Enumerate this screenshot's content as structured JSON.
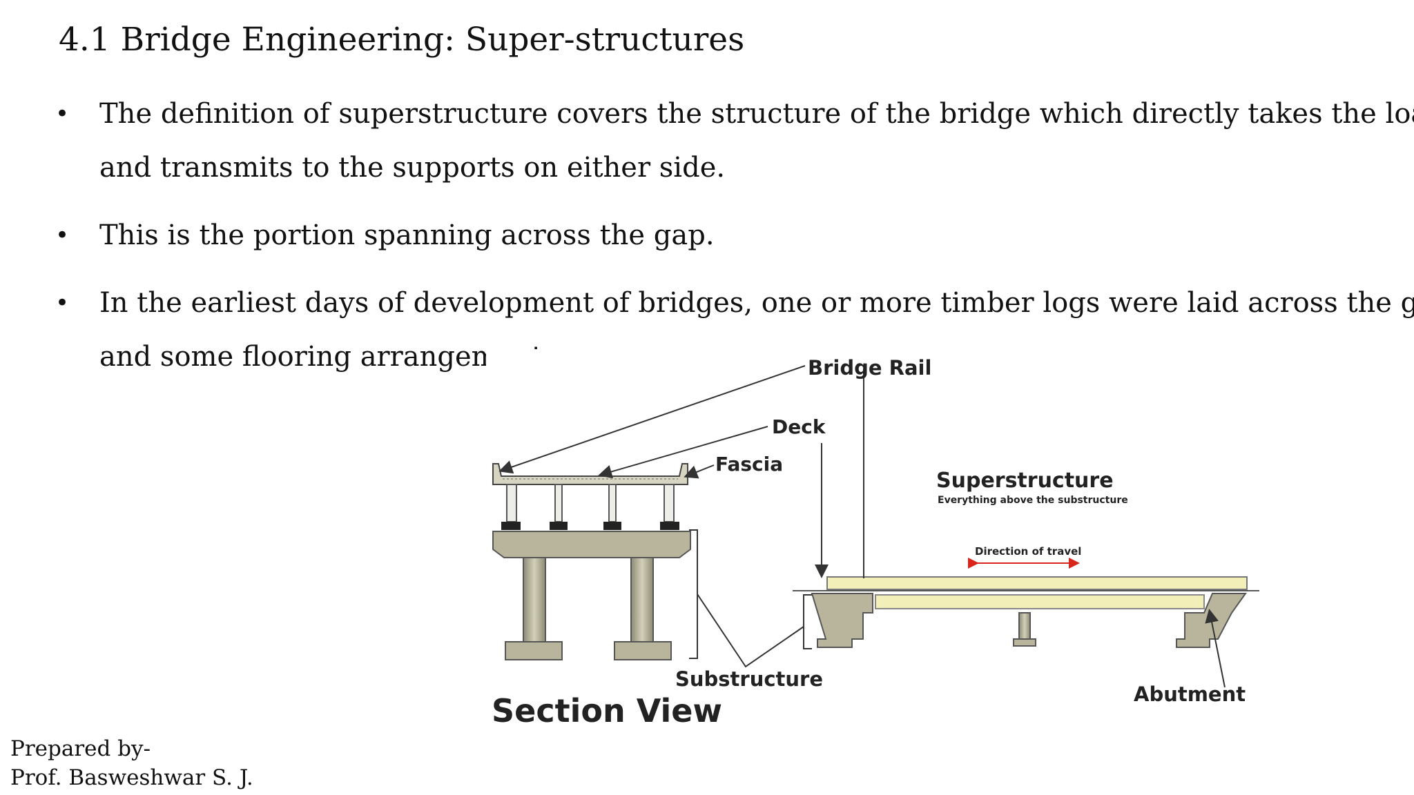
{
  "slide": {
    "title": "4.1 Bridge Engineering: Super-structures",
    "bullets": [
      {
        "line1": "The definition of superstructure covers the structure of the bridge which directly takes the load",
        "line2": "and transmits to the supports on either side."
      },
      {
        "line1": "This is the portion spanning across the gap."
      },
      {
        "line1": "In the earliest days of development of bridges, one or more timber logs were laid across the gap",
        "line2": "and some flooring arrangement"
      }
    ],
    "bullet_glyph": "•"
  },
  "figure": {
    "labels": {
      "bridge_rail": "Bridge Rail",
      "deck": "Deck",
      "fascia": "Fascia",
      "superstructure": "Superstructure",
      "superstructure_sub": "Everything above the substructure",
      "direction": "Direction of travel",
      "substructure": "Substructure",
      "abutment": "Abutment",
      "section_view": "Section View"
    },
    "colors": {
      "concrete": "#b8b59c",
      "deck": "#f3efb8",
      "arrow_red": "#d9261c"
    }
  },
  "footer": {
    "prepared_by": "Prepared by-",
    "author": "Prof. Basweshwar S. J."
  }
}
